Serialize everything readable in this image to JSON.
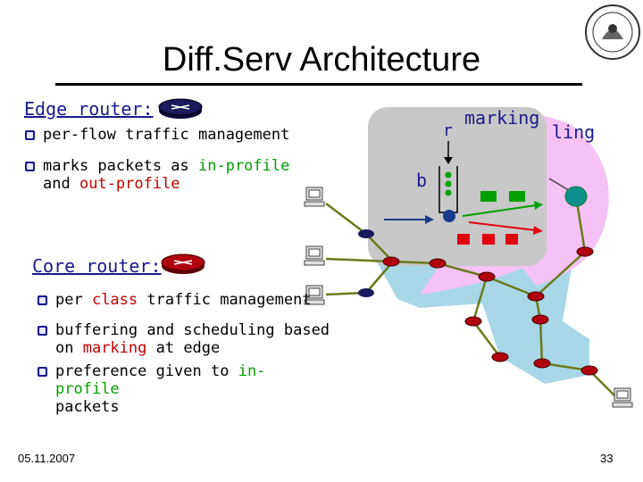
{
  "slide": {
    "title": "Diff.Serv Architecture",
    "date": "05.11.2007",
    "page_number": "33"
  },
  "edge": {
    "heading": "Edge router:",
    "bullet1": "per-flow traffic management",
    "bullet2_prefix": "marks packets as ",
    "bullet2_in": "in-profile",
    "bullet2_line2_prefix": "and ",
    "bullet2_out": "out-profile"
  },
  "core": {
    "heading": "Core router:",
    "bullet1_prefix": "per ",
    "bullet1_class": "class",
    "bullet1_suffix": " traffic management",
    "bullet2_line1": "buffering and scheduling based",
    "bullet2_line2_prefix": "on ",
    "bullet2_marking": "marking",
    "bullet2_line2_suffix": " at edge",
    "bullet3_prefix": "preference given to ",
    "bullet3_in": "in-profile",
    "bullet3_line2": "packets"
  },
  "popup": {
    "r_label": "r",
    "marking_label": "marking",
    "ling_label": "ling",
    "b_label": "b"
  },
  "colors": {
    "accent_blue": "#1a1a8c",
    "in_profile_green": "#00a000",
    "out_profile_red": "#c00000",
    "network_region_blue": "#a8d8e8",
    "popup_pink": "#f4c2f4",
    "popup_gray": "#c8c8c8"
  }
}
